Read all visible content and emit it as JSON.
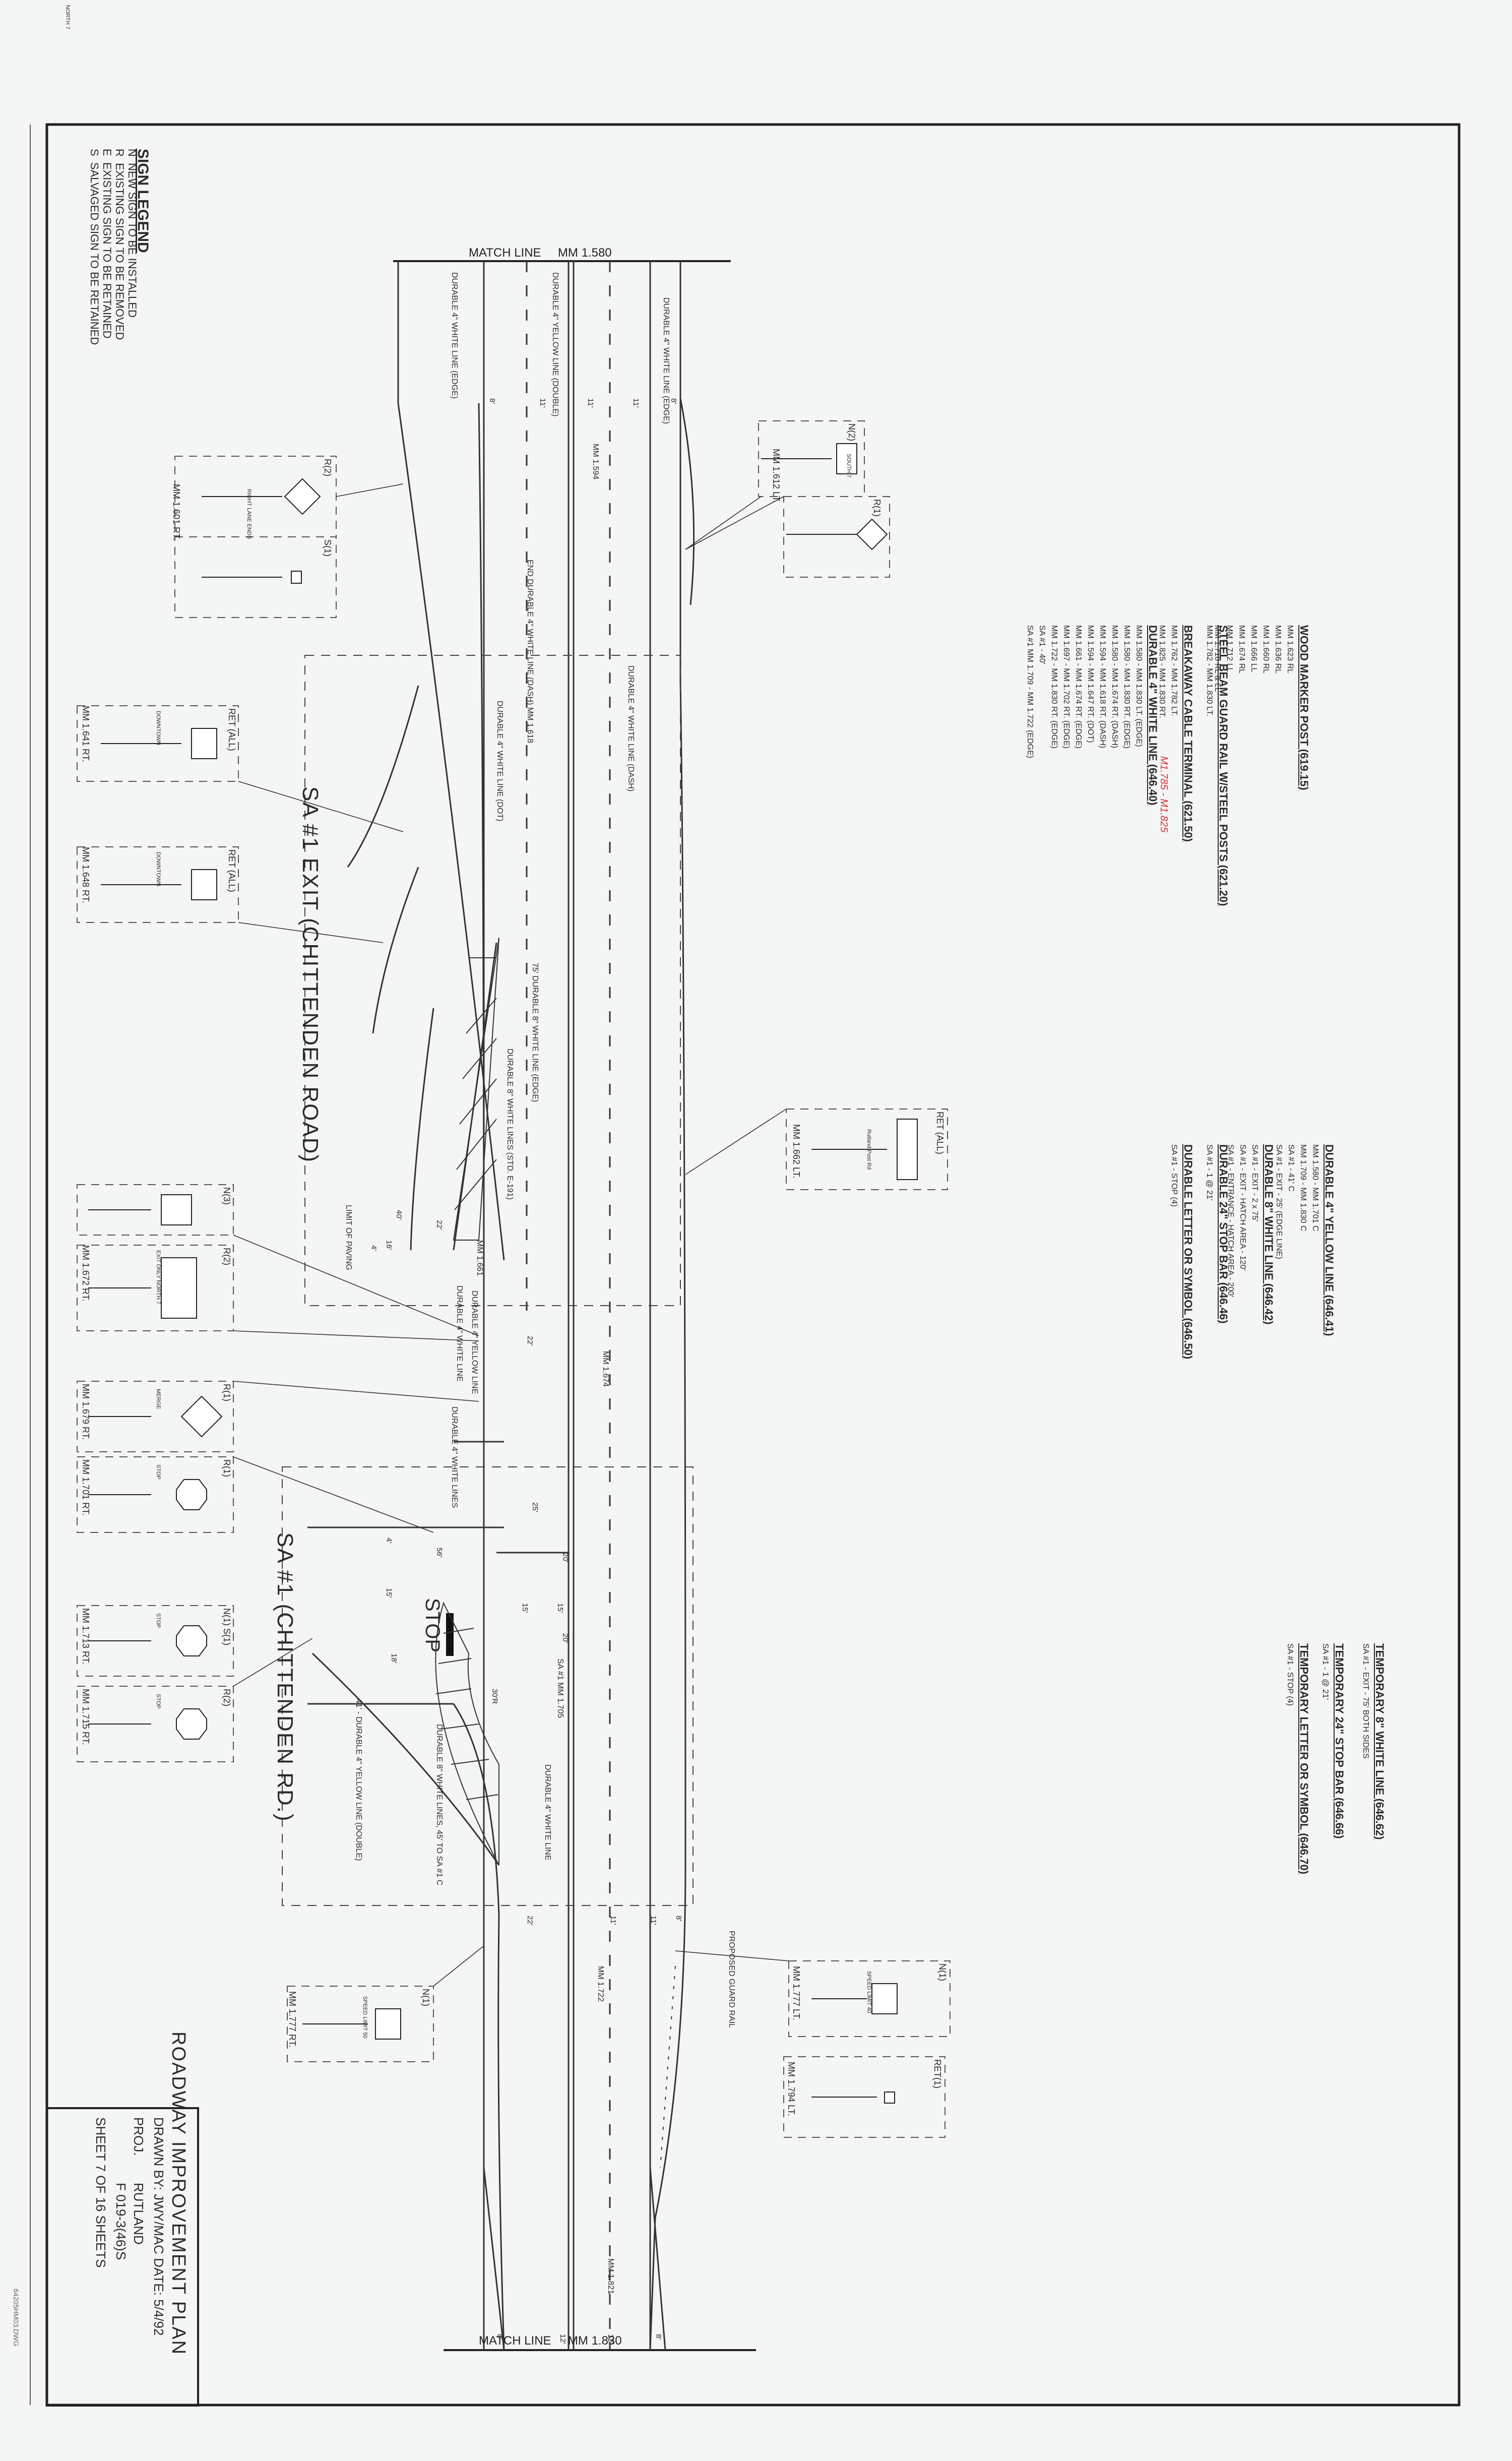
{
  "sign_legend": {
    "title": "SIGN LEGEND",
    "items": [
      {
        "code": "N",
        "text": "NEW SIGN TO BE INSTALLED"
      },
      {
        "code": "R",
        "text": "EXISTING SIGN TO BE REMOVED"
      },
      {
        "code": "E",
        "text": "EXISTING SIGN TO BE RETAINED"
      },
      {
        "code": "S",
        "text": "SALVAGED SIGN TO BE RETAINED"
      }
    ]
  },
  "match_lines": {
    "top": {
      "label": "MATCH LINE",
      "mm": "MM 1.580"
    },
    "bottom": {
      "label": "MATCH LINE",
      "mm": "MM 1.830"
    }
  },
  "notes": [
    {
      "title": "WOOD MARKER POST (619.15)",
      "lines": [
        "MM 1.623 RL",
        "MM 1.636 RL",
        "MM 1.660 RL",
        "MM 1.666 LL",
        "MM 1.674 RL",
        "MM 1.712 LL",
        "MM 1.718 RL & LL"
      ]
    },
    {
      "title": "STEEL BEAM GUARD RAIL W/STEEL POSTS (621.20)",
      "lines": [
        "MM 1.782 - MM 1.830 LT."
      ]
    },
    {
      "title": "BREAKAWAY CABLE TERMINAL (621.50)",
      "lines": [
        "MM 1.762 - MM 1.782 LT.",
        "MM 1.825 - MM 1.830 RT."
      ]
    },
    {
      "title": "DURABLE 4\" WHITE LINE (646.40)",
      "lines": [
        "MM 1.580 - MM 1.830 LT. (EDGE)",
        "MM 1.580 - MM 1.830 RT. (EDGE)",
        "MM 1.580 - MM 1.674 RT. (DASH)",
        "MM 1.594 - MM 1.618 RT. (DASH)",
        "MM 1.594 - MM 1.647 RT. (DOT)",
        "MM 1.661 - MM 1.674 RT. (EDGE)",
        "MM 1.697 - MM 1.702 RT. (EDGE)",
        "MM 1.722 - MM 1.830 RT. (EDGE)",
        "SA #1 - 40'",
        "SA #1 MM 1.709 - MM 1.722 (EDGE)"
      ]
    },
    {
      "title": "DURABLE 4\" YELLOW LINE (646.41)",
      "lines": [
        "MM 1.580 - MM 1.701 C",
        "MM 1.709 - MM 1.830 C",
        "SA #1 - 41' C",
        "SA #1 - EXIT - 25' (EDGE LINE)"
      ]
    },
    {
      "title": "DURABLE 8\" WHITE LINE (646.42)",
      "lines": [
        "SA #1 - EXIT - 2 x 75'",
        "SA #1 - EXIT - HATCH AREA - 120'",
        "SA #1 - ENTRANCE - HATCH AREA - 200'"
      ]
    },
    {
      "title": "DURABLE 24\" STOP BAR (646.46)",
      "lines": [
        "SA #1 - 1 @ 21'"
      ]
    },
    {
      "title": "DURABLE LETTER OR SYMBOL (646.50)",
      "lines": [
        "SA #1 - STOP (4)"
      ]
    },
    {
      "title": "TEMPORARY 8\" WHITE LINE (646.62)",
      "lines": [
        "SA #1 - EXIT - 75' BOTH SIDES"
      ]
    },
    {
      "title": "TEMPORARY 24\" STOP BAR (646.66)",
      "lines": [
        "SA #1 - 1 @ 21'"
      ]
    },
    {
      "title": "TEMPORARY LETTER OR SYMBOL (646.70)",
      "lines": [
        "SA #1 - STOP (4)"
      ]
    }
  ],
  "red_annotation": "M1.785 - M1.825",
  "signs": [
    {
      "code": "N(2)",
      "label": "SOUTH 7",
      "mm": "MM 1.612 LT."
    },
    {
      "code": "R(1)",
      "label": "",
      "mm": ""
    },
    {
      "code": "R(2)",
      "label": "RIGHT LANE ENDS",
      "mm": "MM 1.601 RT."
    },
    {
      "code": "S(1)",
      "label": "",
      "mm": ""
    },
    {
      "code": "RET (ALL)",
      "label": "DOWNTOWN",
      "mm": "MM 1.641 RT."
    },
    {
      "code": "RET (ALL)",
      "label": "DOWNTOWN",
      "mm": "MM 1.648 RT."
    },
    {
      "code": "RET (ALL)",
      "label": "Rutland Post Rd",
      "mm": "MM 1.662 LT."
    },
    {
      "code": "N(3)",
      "label": "NORTH 7",
      "mm": ""
    },
    {
      "code": "R(2)",
      "label": "EXIT ONLY NORTH 7",
      "mm": "MM 1.672 RT."
    },
    {
      "code": "R(1)",
      "label": "MERGE",
      "mm": "MM 1.679 RT."
    },
    {
      "code": "R(1)",
      "label": "STOP",
      "mm": "MM 1.701 RT."
    },
    {
      "code": "N(1) S(1)",
      "label": "STOP",
      "mm": "MM 1.713 RT."
    },
    {
      "code": "R(2)",
      "label": "STOP",
      "mm": "MM 1.715 RT."
    },
    {
      "code": "N(1)",
      "label": "SPEED LIMIT 40",
      "mm": "MM 1.777 LT."
    },
    {
      "code": "RET(1)",
      "label": "",
      "mm": "MM 1.794 LT."
    },
    {
      "code": "N(1)",
      "label": "SPEED LIMIT 50",
      "mm": "MM 1.777 RT."
    }
  ],
  "callouts": [
    "DURABLE 4\" WHITE LINE (EDGE)",
    "DURABLE 4\" YELLOW LINE (DOUBLE)",
    "DURABLE 4\" WHITE LINE (EDGE)",
    "MM 1.594",
    "END DURABLE 4\" WHITE LINE (DASH) MM 1.618",
    "DURABLE 4\" WHITE LINE (DASH)",
    "DURABLE 4\" WHITE LINE (DOT)",
    "75' DURABLE 8\" WHITE LINE (EDGE)",
    "DURABLE 8\" WHITE LINES (STD. E-191)",
    "LIMIT OF PAVING",
    "MM 1.661",
    "DURABLE 4\" WHITE LINE",
    "DURABLE 4\" YELLOW LINE",
    "MM 1.674",
    "DURABLE 4\" WHITE LINES",
    "SA #1 MM 1.705",
    "DURABLE 4\" WHITE LINE",
    "41' - DURABLE 4\" YELLOW LINE (DOUBLE)",
    "DURABLE 8\" WHITE LINES, 45' TO SA #1 C",
    "MM 1.722",
    "PROPOSED GUARD RAIL",
    "MM 1.821"
  ],
  "dims": [
    "8'",
    "11'",
    "11'",
    "11'",
    "8'",
    "22'",
    "25'",
    "20'",
    "15'",
    "20'",
    "15'",
    "56'",
    "4'",
    "15'",
    "18'",
    "30'R",
    "22'",
    "11'",
    "11'",
    "8'",
    "8'",
    "12'",
    "12'",
    "8'",
    "40'",
    "16'",
    "22'",
    "4'"
  ],
  "area_labels": {
    "exit": "SA #1 EXIT (CHITTENDEN ROAD)",
    "entrance": "SA #1 (CHITTENDEN RD.)",
    "stop": "STOP"
  },
  "title_block": {
    "plan_title": "ROADWAY IMPROVEMENT PLAN",
    "drawn_by": "DRAWN BY: JWY/MAC DATE: 5/4/92",
    "proj_label": "PROJ.",
    "proj_town": "RUTLAND",
    "proj_number": "F 019-3(46)S",
    "sheet": "SHEET 7 OF 16 SHEETS"
  },
  "margin_stamp": "64205HM03.DWG",
  "colors": {
    "paper": "#f4f6f5",
    "ink": "#2a2a2a",
    "red": "#d83030"
  }
}
